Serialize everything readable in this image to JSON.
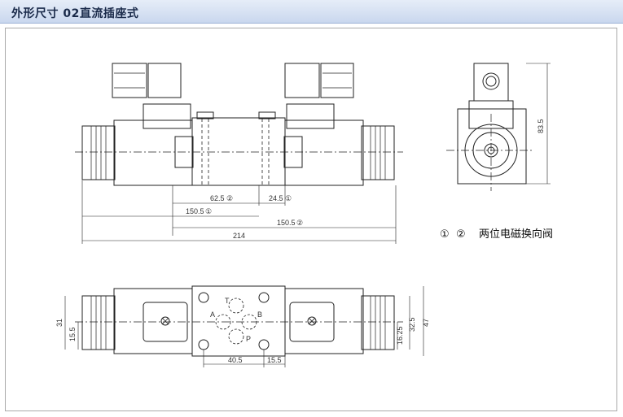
{
  "header": {
    "title": "外形尺寸 02直流插座式"
  },
  "front_view": {
    "dims": {
      "d1": "62.5",
      "d2": "24.5",
      "d3": "150.5",
      "d4": "150.5",
      "d5": "214"
    },
    "dim_marks": {
      "m1": "②",
      "m2": "①",
      "m3": "①",
      "m4": "②"
    }
  },
  "side_view": {
    "dims": {
      "h": "83.5"
    }
  },
  "top_view": {
    "dims": {
      "w1": "40.5",
      "w2": "15.5",
      "h1": "31",
      "h2": "15.5",
      "h3": "16.25",
      "h4": "32.5",
      "h5": "47"
    },
    "ports": {
      "t": "T",
      "a": "A",
      "b": "B",
      "p": "P"
    }
  },
  "legend": {
    "mark1": "①",
    "mark2": "②",
    "text": "两位电磁换向阀"
  }
}
